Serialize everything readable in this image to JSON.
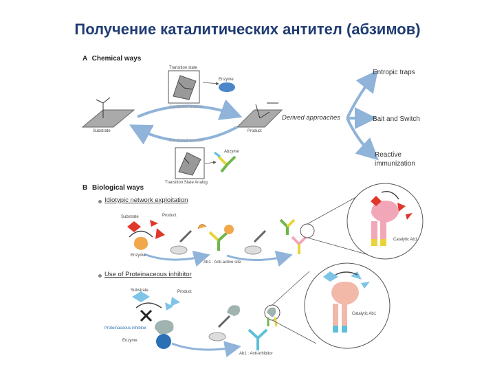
{
  "title": "Получение каталитических антител (абзимов)",
  "section_a": {
    "letter": "A",
    "label": "Chemical ways"
  },
  "section_b": {
    "letter": "B",
    "label": "Biological ways"
  },
  "chem": {
    "transition_state": "Transition state",
    "enzyme": "Enzyme",
    "substrate": "Substrate",
    "product": "Product",
    "catalyzed_reaction": "Catalyzed reaction",
    "catalyzed_reaction2": "Catalyzed reaction",
    "abzyme": "Abzyme",
    "ts_analog": "Transition State Analog",
    "derived": "Derived approaches",
    "paths": [
      "Entropic traps",
      "Bait and Switch",
      "Reactive",
      "immunization"
    ]
  },
  "bio": {
    "bullet1": "Idiotypic network exploitation",
    "bullet2": "Use of Proteinaceous inhibitor",
    "b1": {
      "substrate": "Substrate",
      "product": "Product",
      "enzyme": "Enzyme",
      "ab1": "Ab1 : Anti-active site",
      "catalytic": "Catalytic Ab1"
    },
    "b2": {
      "substrate": "Substrate",
      "product": "Product",
      "inhibitor": "Proteinaceous inhibitor",
      "enzyme": "Enzyme",
      "ab1": "Ab1 : Anti-inhibitor",
      "catalytic": "Catalytic Ab1"
    }
  },
  "colors": {
    "title": "#1f3b73",
    "arrow": "#8fb3d9",
    "orange": "#f0a84a",
    "red": "#e0372b",
    "blue": "#7ec4e8",
    "green": "#6fb64a",
    "yellow": "#e8d43a",
    "pink": "#f2a7b8",
    "cyan": "#5ec0d8"
  }
}
